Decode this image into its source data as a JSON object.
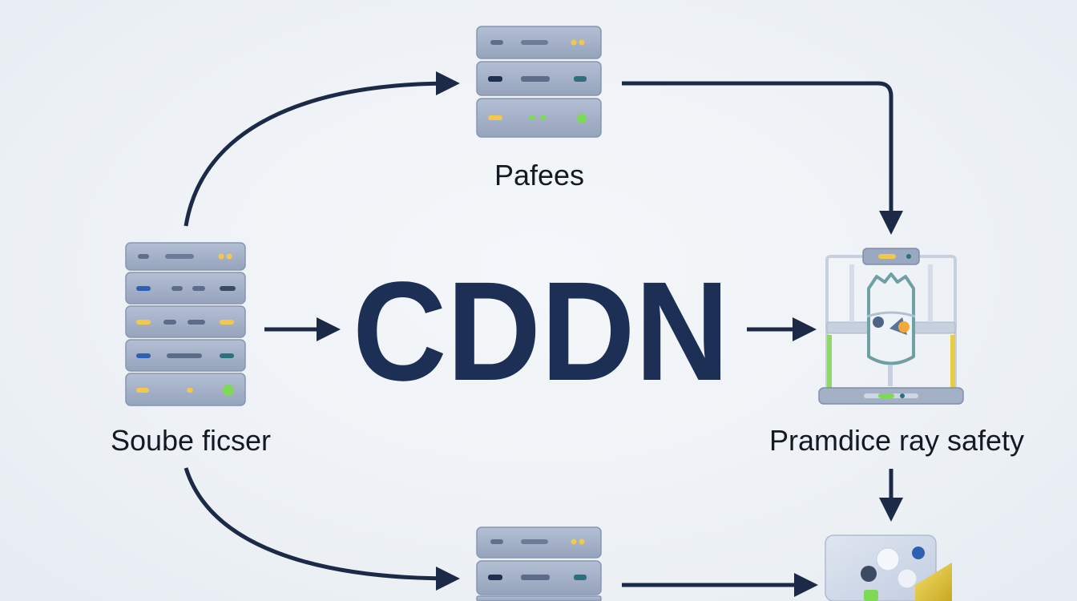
{
  "diagram": {
    "top_caption": "",
    "center_label": "CDDN",
    "nodes": {
      "source": {
        "label": "Soube ficser",
        "icon": "server-rack-icon"
      },
      "top": {
        "label": "Pafees",
        "icon": "server-stack-icon"
      },
      "right": {
        "label": "Pramdice ray safety",
        "icon": "security-device-icon"
      },
      "bottom": {
        "label": "",
        "icon": "server-stack-icon"
      },
      "bottom_right": {
        "label": "",
        "icon": "app-tile-icon"
      }
    },
    "colors": {
      "arrow": "#1d2a47",
      "text_dark": "#1d2f55",
      "server_body": "#9aa8c0",
      "server_edge": "#7f8ea9",
      "led_yellow": "#f2c94c",
      "led_green": "#7ed957",
      "led_blue": "#2f5fb3",
      "led_teal": "#2e6f7e"
    }
  }
}
